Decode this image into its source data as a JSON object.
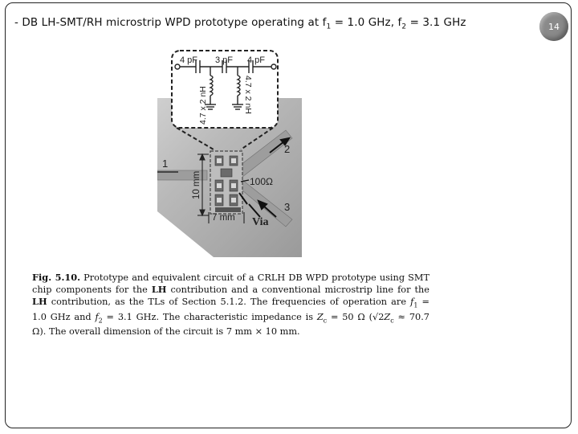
{
  "slide": {
    "title_prefix": "- DB LH-SMT/RH microstrip WPD prototype operating at f",
    "title_sub1": "1",
    "title_mid": " = 1.0 GHz, f",
    "title_sub2": "2",
    "title_end": " = 3.1 GHz",
    "page_number": "14"
  },
  "figure": {
    "cap_left": "4 pF",
    "cap_mid": "3 pF",
    "cap_right": "4 pF",
    "ind_left": "4.7 x 2 nH",
    "ind_right": "4.7 x 2 nH",
    "port1": "1",
    "port2": "2",
    "port3": "3",
    "dim_height": "10 mm",
    "dim_width": "7 mm",
    "resistor": "100Ω",
    "via": "Via"
  },
  "caption": {
    "label": "Fig. 5.10.",
    "t1": " Prototype and equivalent circuit of a CRLH DB WPD prototype using SMT chip components for the ",
    "b1": "LH",
    "t2": " contribution and a conventional microstrip line for the ",
    "b2": "LH",
    "t3": " contribution, as the TLs of Section 5.1.2. The frequencies of operation are ",
    "f1": "f",
    "f1_sub": "1",
    "t4": " = 1.0 GHz and ",
    "f2": "f",
    "f2_sub": "2",
    "t5": " = 3.1 GHz. The characteristic impedance is ",
    "z": "Z",
    "z_sub": "c",
    "t6": " = 50 Ω (√2",
    "z2": "Z",
    "z2_sub": "c",
    "t7": " ≈ 70.7 Ω). The overall dimension of the circuit is 7 mm × 10 mm."
  }
}
